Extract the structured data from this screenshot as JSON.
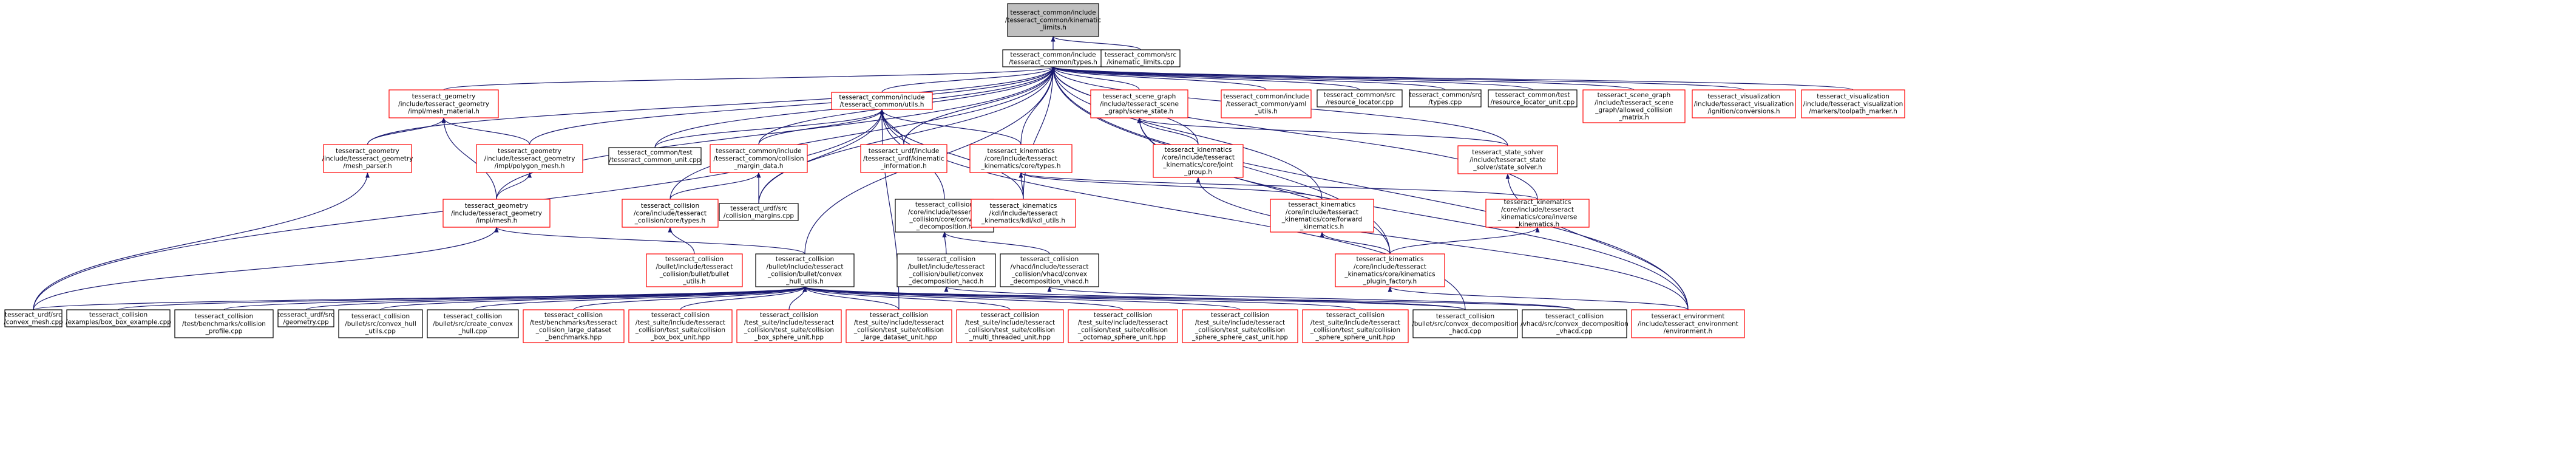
{
  "graph": {
    "title": "",
    "nodes": [
      {
        "id": "n0",
        "lines": [
          "tesseract_common/include",
          "/tesseract_common/kinematic",
          "_limits.h"
        ],
        "style": "current"
      },
      {
        "id": "n1",
        "lines": [
          "tesseract_common/include",
          "/tesseract_common/types.h"
        ],
        "style": "black"
      },
      {
        "id": "n2",
        "lines": [
          "tesseract_common/src",
          "/kinematic_limits.cpp"
        ],
        "style": "black"
      },
      {
        "id": "n3",
        "lines": [
          "tesseract_geometry",
          "/include/tesseract_geometry",
          "/impl/mesh_material.h"
        ],
        "style": "red"
      },
      {
        "id": "n4",
        "lines": [
          "tesseract_common/include",
          "/tesseract_common/utils.h"
        ],
        "style": "red"
      },
      {
        "id": "n5",
        "lines": [
          "tesseract_scene_graph",
          "/include/tesseract_scene",
          "_graph/scene_state.h"
        ],
        "style": "red"
      },
      {
        "id": "n6",
        "lines": [
          "tesseract_common/include",
          "/tesseract_common/yaml",
          "_utils.h"
        ],
        "style": "red"
      },
      {
        "id": "n7",
        "lines": [
          "tesseract_common/src",
          "/resource_locator.cpp"
        ],
        "style": "black"
      },
      {
        "id": "n8",
        "lines": [
          "tesseract_common/src",
          "/types.cpp"
        ],
        "style": "black"
      },
      {
        "id": "n9",
        "lines": [
          "tesseract_common/test",
          "/resource_locator_unit.cpp"
        ],
        "style": "black"
      },
      {
        "id": "n10",
        "lines": [
          "tesseract_scene_graph",
          "/include/tesseract_scene",
          "_graph/allowed_collision",
          "_matrix.h"
        ],
        "style": "red"
      },
      {
        "id": "n11",
        "lines": [
          "tesseract_visualization",
          "/include/tesseract_visualization",
          "/ignition/conversions.h"
        ],
        "style": "red"
      },
      {
        "id": "n12",
        "lines": [
          "tesseract_visualization",
          "/include/tesseract_visualization",
          "/markers/toolpath_marker.h"
        ],
        "style": "red"
      },
      {
        "id": "n13",
        "lines": [
          "tesseract_geometry",
          "/include/tesseract_geometry",
          "/mesh_parser.h"
        ],
        "style": "red"
      },
      {
        "id": "n14",
        "lines": [
          "tesseract_geometry",
          "/include/tesseract_geometry",
          "/impl/polygon_mesh.h"
        ],
        "style": "red"
      },
      {
        "id": "n15",
        "lines": [
          "tesseract_common/test",
          "/tesseract_common_unit.cpp"
        ],
        "style": "black"
      },
      {
        "id": "n16",
        "lines": [
          "tesseract_common/include",
          "/tesseract_common/collision",
          "_margin_data.h"
        ],
        "style": "red"
      },
      {
        "id": "n17",
        "lines": [
          "tesseract_urdf/include",
          "/tesseract_urdf/kinematic",
          "_information.h"
        ],
        "style": "red"
      },
      {
        "id": "n18",
        "lines": [
          "tesseract_kinematics",
          "/core/include/tesseract",
          "_kinematics/core/types.h"
        ],
        "style": "red"
      },
      {
        "id": "n19",
        "lines": [
          "tesseract_kinematics",
          "/core/include/tesseract",
          "_kinematics/core/joint",
          "_group.h"
        ],
        "style": "red"
      },
      {
        "id": "n20",
        "lines": [
          "tesseract_state_solver",
          "/include/tesseract_state",
          "_solver/state_solver.h"
        ],
        "style": "red"
      },
      {
        "id": "n21",
        "lines": [
          "tesseract_geometry",
          "/include/tesseract_geometry",
          "/impl/mesh.h"
        ],
        "style": "red"
      },
      {
        "id": "n22",
        "lines": [
          "tesseract_collision",
          "/core/include/tesseract",
          "_collision/core/types.h"
        ],
        "style": "red"
      },
      {
        "id": "n23",
        "lines": [
          "tesseract_urdf/src",
          "/collision_margins.cpp"
        ],
        "style": "black"
      },
      {
        "id": "n24",
        "lines": [
          "tesseract_collision",
          "/core/include/tesseract",
          "_collision/core/convex",
          "_decomposition.h"
        ],
        "style": "black"
      },
      {
        "id": "n25",
        "lines": [
          "tesseract_kinematics",
          "/kdl/include/tesseract",
          "_kinematics/kdl/kdl_utils.h"
        ],
        "style": "red"
      },
      {
        "id": "n26",
        "lines": [
          "tesseract_kinematics",
          "/core/include/tesseract",
          "_kinematics/core/forward",
          "_kinematics.h"
        ],
        "style": "red"
      },
      {
        "id": "n27",
        "lines": [
          "tesseract_kinematics",
          "/core/include/tesseract",
          "_kinematics/core/inverse",
          "_kinematics.h"
        ],
        "style": "red"
      },
      {
        "id": "n28",
        "lines": [
          "tesseract_collision",
          "/bullet/include/tesseract",
          "_collision/bullet/bullet",
          "_utils.h"
        ],
        "style": "red"
      },
      {
        "id": "n29",
        "lines": [
          "tesseract_collision",
          "/bullet/include/tesseract",
          "_collision/bullet/convex",
          "_hull_utils.h"
        ],
        "style": "black"
      },
      {
        "id": "n30",
        "lines": [
          "tesseract_collision",
          "/bullet/include/tesseract",
          "_collision/bullet/convex",
          "_decomposition_hacd.h"
        ],
        "style": "black"
      },
      {
        "id": "n31",
        "lines": [
          "tesseract_collision",
          "/vhacd/include/tesseract",
          "_collision/vhacd/convex",
          "_decomposition_vhacd.h"
        ],
        "style": "black"
      },
      {
        "id": "n32",
        "lines": [
          "tesseract_kinematics",
          "/core/include/tesseract",
          "_kinematics/core/kinematics",
          "_plugin_factory.h"
        ],
        "style": "red"
      },
      {
        "id": "n33",
        "lines": [
          "tesseract_urdf/src",
          "/convex_mesh.cpp"
        ],
        "style": "black"
      },
      {
        "id": "n34",
        "lines": [
          "tesseract_collision",
          "/examples/box_box_example.cpp"
        ],
        "style": "black"
      },
      {
        "id": "n35",
        "lines": [
          "tesseract_collision",
          "/test/benchmarks/collision",
          "_profile.cpp"
        ],
        "style": "black"
      },
      {
        "id": "n36",
        "lines": [
          "tesseract_urdf/src",
          "/geometry.cpp"
        ],
        "style": "black"
      },
      {
        "id": "n37",
        "lines": [
          "tesseract_collision",
          "/bullet/src/convex_hull",
          "_utils.cpp"
        ],
        "style": "black"
      },
      {
        "id": "n38",
        "lines": [
          "tesseract_collision",
          "/bullet/src/create_convex",
          "_hull.cpp"
        ],
        "style": "black"
      },
      {
        "id": "n39",
        "lines": [
          "tesseract_collision",
          "/test/benchmarks/tesseract",
          "_collision_large_dataset",
          "_benchmarks.hpp"
        ],
        "style": "red"
      },
      {
        "id": "n40",
        "lines": [
          "tesseract_collision",
          "/test_suite/include/tesseract",
          "_collision/test_suite/collision",
          "_box_box_unit.hpp"
        ],
        "style": "red"
      },
      {
        "id": "n41",
        "lines": [
          "tesseract_collision",
          "/test_suite/include/tesseract",
          "_collision/test_suite/collision",
          "_box_sphere_unit.hpp"
        ],
        "style": "red"
      },
      {
        "id": "n42",
        "lines": [
          "tesseract_collision",
          "/test_suite/include/tesseract",
          "_collision/test_suite/collision",
          "_large_dataset_unit.hpp"
        ],
        "style": "red"
      },
      {
        "id": "n43",
        "lines": [
          "tesseract_collision",
          "/test_suite/include/tesseract",
          "_collision/test_suite/collision",
          "_multi_threaded_unit.hpp"
        ],
        "style": "red"
      },
      {
        "id": "n44",
        "lines": [
          "tesseract_collision",
          "/test_suite/include/tesseract",
          "_collision/test_suite/collision",
          "_octomap_sphere_unit.hpp"
        ],
        "style": "red"
      },
      {
        "id": "n45",
        "lines": [
          "tesseract_collision",
          "/test_suite/include/tesseract",
          "_collision/test_suite/collision",
          "_sphere_sphere_cast_unit.hpp"
        ],
        "style": "red"
      },
      {
        "id": "n46",
        "lines": [
          "tesseract_collision",
          "/test_suite/include/tesseract",
          "_collision/test_suite/collision",
          "_sphere_sphere_unit.hpp"
        ],
        "style": "red"
      },
      {
        "id": "n47",
        "lines": [
          "tesseract_collision",
          "/bullet/src/convex_decomposition",
          "_hacd.cpp"
        ],
        "style": "black"
      },
      {
        "id": "n48",
        "lines": [
          "tesseract_collision",
          "/vhacd/src/convex_decomposition",
          "_vhacd.cpp"
        ],
        "style": "black"
      },
      {
        "id": "n49",
        "lines": [
          "tesseract_environment",
          "/include/tesseract_environment",
          "/environment.h"
        ],
        "style": "red"
      }
    ],
    "edges": [
      [
        "n1",
        "n0"
      ],
      [
        "n2",
        "n0"
      ],
      [
        "n3",
        "n1"
      ],
      [
        "n4",
        "n1"
      ],
      [
        "n5",
        "n1"
      ],
      [
        "n6",
        "n1"
      ],
      [
        "n7",
        "n1"
      ],
      [
        "n8",
        "n1"
      ],
      [
        "n9",
        "n1"
      ],
      [
        "n10",
        "n1"
      ],
      [
        "n11",
        "n1"
      ],
      [
        "n12",
        "n1"
      ],
      [
        "n13",
        "n1"
      ],
      [
        "n14",
        "n1"
      ],
      [
        "n15",
        "n1"
      ],
      [
        "n16",
        "n1"
      ],
      [
        "n17",
        "n1"
      ],
      [
        "n18",
        "n1"
      ],
      [
        "n19",
        "n1"
      ],
      [
        "n20",
        "n1"
      ],
      [
        "n21",
        "n1"
      ],
      [
        "n22",
        "n1"
      ],
      [
        "n23",
        "n1"
      ],
      [
        "n25",
        "n1"
      ],
      [
        "n26",
        "n1"
      ],
      [
        "n27",
        "n1"
      ],
      [
        "n29",
        "n1"
      ],
      [
        "n32",
        "n1"
      ],
      [
        "n49",
        "n1"
      ],
      [
        "n13",
        "n3"
      ],
      [
        "n14",
        "n3"
      ],
      [
        "n21",
        "n3"
      ],
      [
        "n15",
        "n4"
      ],
      [
        "n16",
        "n4"
      ],
      [
        "n17",
        "n4"
      ],
      [
        "n18",
        "n4"
      ],
      [
        "n23",
        "n4"
      ],
      [
        "n24",
        "n4"
      ],
      [
        "n25",
        "n4"
      ],
      [
        "n33",
        "n4"
      ],
      [
        "n42",
        "n4"
      ],
      [
        "n47",
        "n4"
      ],
      [
        "n19",
        "n5"
      ],
      [
        "n20",
        "n5"
      ],
      [
        "n32",
        "n5"
      ],
      [
        "n49",
        "n5"
      ],
      [
        "n21",
        "n14"
      ],
      [
        "n33",
        "n13"
      ],
      [
        "n22",
        "n16"
      ],
      [
        "n23",
        "n16"
      ],
      [
        "n25",
        "n18"
      ],
      [
        "n26",
        "n18"
      ],
      [
        "n27",
        "n18"
      ],
      [
        "n49",
        "n19"
      ],
      [
        "n49",
        "n20"
      ],
      [
        "n32",
        "n26"
      ],
      [
        "n32",
        "n27"
      ],
      [
        "n49",
        "n32"
      ],
      [
        "n28",
        "n22"
      ],
      [
        "n29",
        "n21"
      ],
      [
        "n33",
        "n21"
      ],
      [
        "n30",
        "n24"
      ],
      [
        "n31",
        "n24"
      ],
      [
        "n33",
        "n29"
      ],
      [
        "n34",
        "n29"
      ],
      [
        "n35",
        "n29"
      ],
      [
        "n36",
        "n29"
      ],
      [
        "n37",
        "n29"
      ],
      [
        "n38",
        "n29"
      ],
      [
        "n39",
        "n29"
      ],
      [
        "n40",
        "n29"
      ],
      [
        "n41",
        "n29"
      ],
      [
        "n42",
        "n29"
      ],
      [
        "n43",
        "n29"
      ],
      [
        "n44",
        "n29"
      ],
      [
        "n45",
        "n29"
      ],
      [
        "n46",
        "n29"
      ],
      [
        "n47",
        "n29"
      ],
      [
        "n48",
        "n29"
      ],
      [
        "n47",
        "n30"
      ],
      [
        "n48",
        "n31"
      ]
    ]
  }
}
